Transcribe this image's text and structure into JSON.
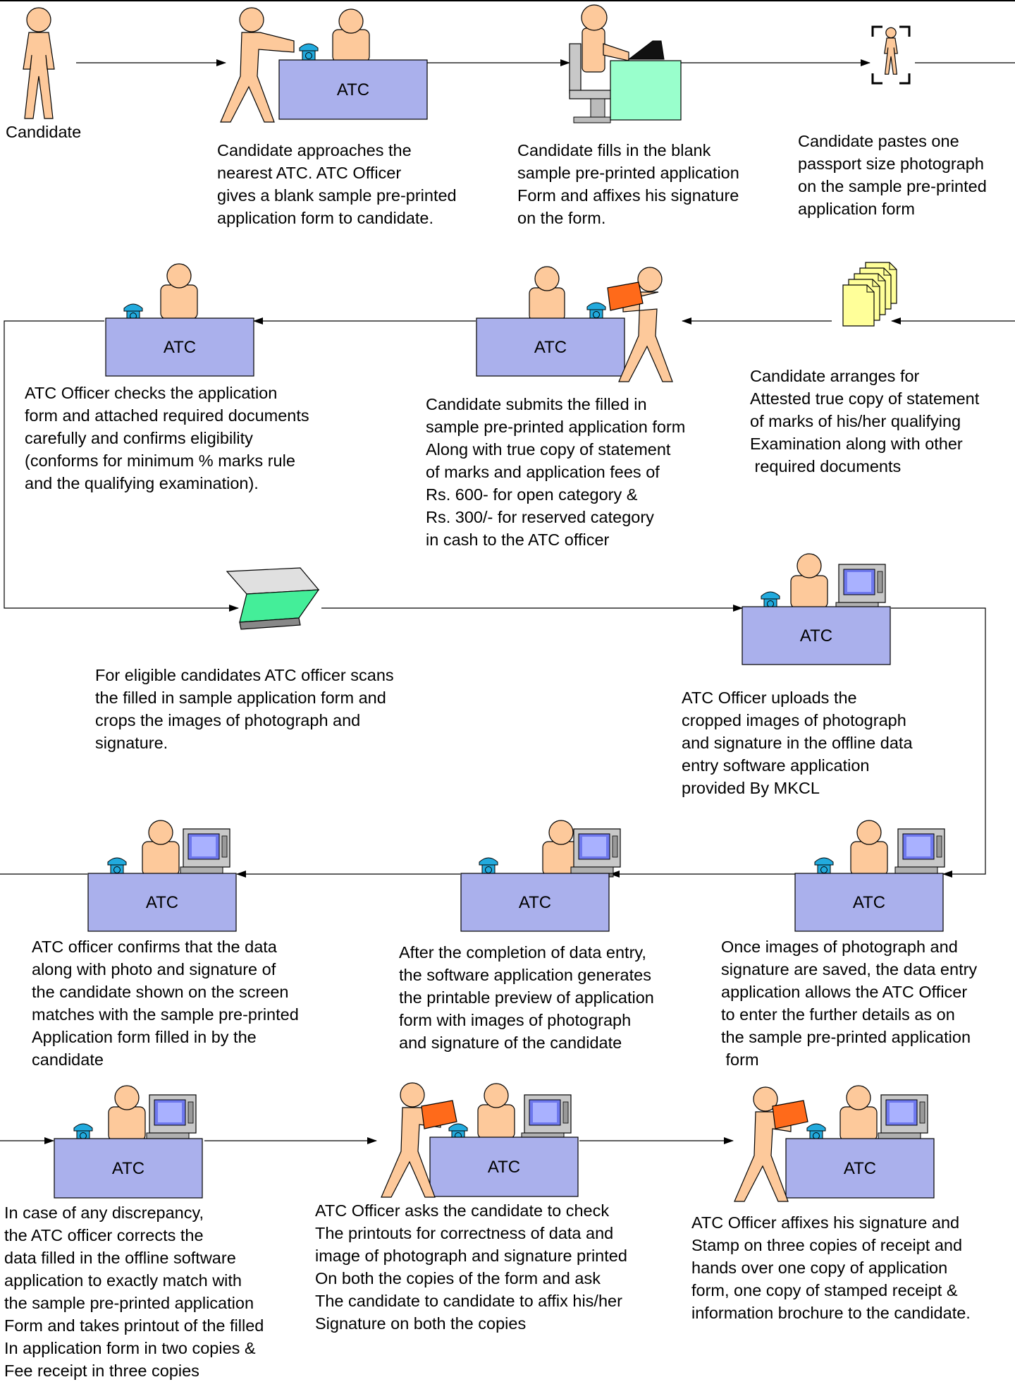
{
  "atc_label": "ATC",
  "colors": {
    "skin": "#fdc99b",
    "desk": "#aab0ec",
    "phone": "#22aadd",
    "form": "#ff6a1a",
    "form_fill": "#99ffcc",
    "scanner_glass": "#44ee99",
    "document": "#ffff99"
  },
  "steps": [
    {
      "caption": "Candidate"
    },
    {
      "caption": "Candidate approaches the\nnearest ATC. ATC Officer\ngives a blank sample pre-printed\napplication form to candidate."
    },
    {
      "caption": "Candidate fills in the blank\nsample pre-printed application\nForm and affixes his signature\non the form."
    },
    {
      "caption": "Candidate pastes one\npassport size photograph\non the sample pre-printed\napplication form"
    },
    {
      "caption": "Candidate arranges for\nAttested true copy of statement\nof marks of his/her qualifying\nExamination along with other\n required documents"
    },
    {
      "caption": "Candidate submits the filled in\nsample pre-printed application form\nAlong with true copy of statement\nof marks and application fees of\nRs. 600- for open category &\nRs. 300/- for reserved category\nin cash to the ATC officer"
    },
    {
      "caption": "ATC Officer checks the application\nform and attached required documents\ncarefully and confirms eligibility\n(conforms for minimum % marks rule\nand the qualifying examination)."
    },
    {
      "caption": "For eligible candidates ATC officer scans\nthe filled in sample application form and\ncrops the images of photograph and\nsignature."
    },
    {
      "caption": "ATC Officer uploads the\ncropped images of photograph\nand signature in the offline data\nentry software application\nprovided By MKCL"
    },
    {
      "caption": "Once images of photograph and\nsignature are saved, the data entry\napplication allows the ATC Officer\nto enter the further details as on\nthe sample pre-printed application\n form"
    },
    {
      "caption": "After the completion of data entry,\nthe software application generates\nthe printable preview of application\nform with images of photograph\nand signature of the candidate"
    },
    {
      "caption": "ATC officer confirms that the data\nalong with photo and signature of\nthe candidate shown on the screen\nmatches with the sample pre-printed\nApplication form filled in by the\ncandidate"
    },
    {
      "caption": "In case of any discrepancy,\nthe ATC officer corrects the\ndata filled in the offline software\napplication to exactly match with\nthe sample pre-printed application\nForm and takes printout of the filled\nIn application form in two copies &\nFee receipt in three copies"
    },
    {
      "caption": "ATC Officer asks the candidate to check\nThe printouts for correctness of data and\nimage of photograph and signature printed\nOn both the copies of the form and ask\nThe candidate to candidate to affix his/her\nSignature on both the copies"
    },
    {
      "caption": "ATC Officer affixes his signature and\nStamp on three copies of receipt and\nhands over one copy of application\nform, one copy of stamped receipt &\ninformation brochure to the candidate."
    }
  ]
}
